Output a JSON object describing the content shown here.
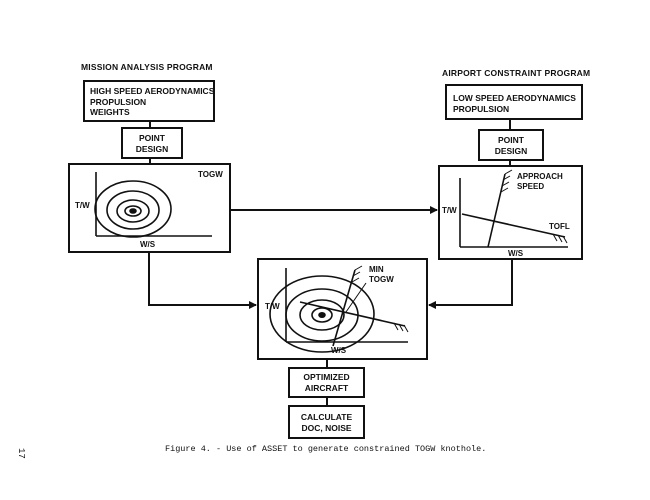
{
  "headings": {
    "mission": "MISSION ANALYSIS PROGRAM",
    "airport": "AIRPORT CONSTRAINT PROGRAM"
  },
  "boxes": {
    "left_top": [
      "HIGH SPEED AERODYNAMICS",
      "PROPULSION",
      "WEIGHTS"
    ],
    "right_top": [
      "LOW SPEED AERODYNAMICS",
      "PROPULSION"
    ],
    "left_point": [
      "POINT",
      "DESIGN"
    ],
    "right_point": [
      "POINT",
      "DESIGN"
    ],
    "optimized": [
      "OPTIMIZED",
      "AIRCRAFT"
    ],
    "calculate": [
      "CALCULATE",
      "DOC, NOISE"
    ]
  },
  "plots": {
    "left": {
      "title": "TOGW",
      "y_label": "T/W",
      "x_label": "W/S"
    },
    "right": {
      "approach": [
        "APPROACH",
        "SPEED"
      ],
      "tofl": "TOFL",
      "y_label": "T/W",
      "x_label": "W/S"
    },
    "center": {
      "min": [
        "MIN",
        "TOGW"
      ],
      "y_label": "T/W",
      "x_label": "W/S"
    }
  },
  "caption": "Figure 4. - Use of ASSET to generate constrained TOGW knothole.",
  "page_number": "17"
}
